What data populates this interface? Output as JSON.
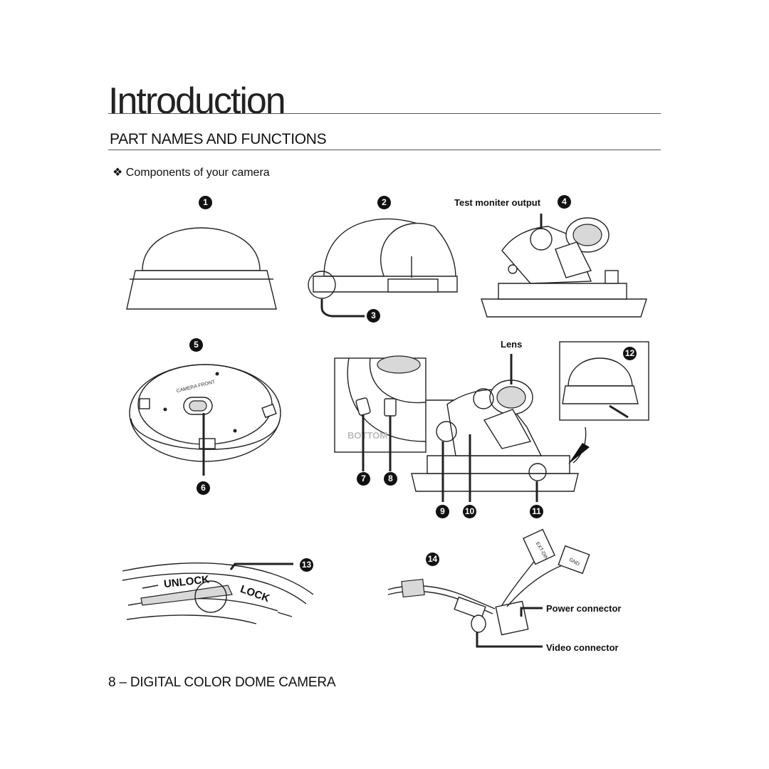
{
  "page": {
    "section_title": "Introduction",
    "heading": "PART NAMES AND FUNCTIONS",
    "subheading": "Components of your camera",
    "footer": "8 – DIGITAL COLOR DOME CAMERA"
  },
  "callouts": {
    "n1": "1",
    "n2": "2",
    "n3": "3",
    "n4": "4",
    "n5": "5",
    "n6": "6",
    "n7": "7",
    "n8": "8",
    "n9": "9",
    "n10": "10",
    "n11": "11",
    "n12": "12",
    "n13": "13",
    "n14": "14"
  },
  "labels": {
    "test_monitor_output": "Test moniter output",
    "lens": "Lens",
    "power_connector": "Power connector",
    "video_connector": "Video connector",
    "bottom_text": "BOTTOM",
    "unlock_text": "UNLOCK",
    "lock_text": "LOCK",
    "ext_din": "EXT-DIN",
    "gnd": "GND",
    "camera_front": "CAMERA FRONT"
  }
}
